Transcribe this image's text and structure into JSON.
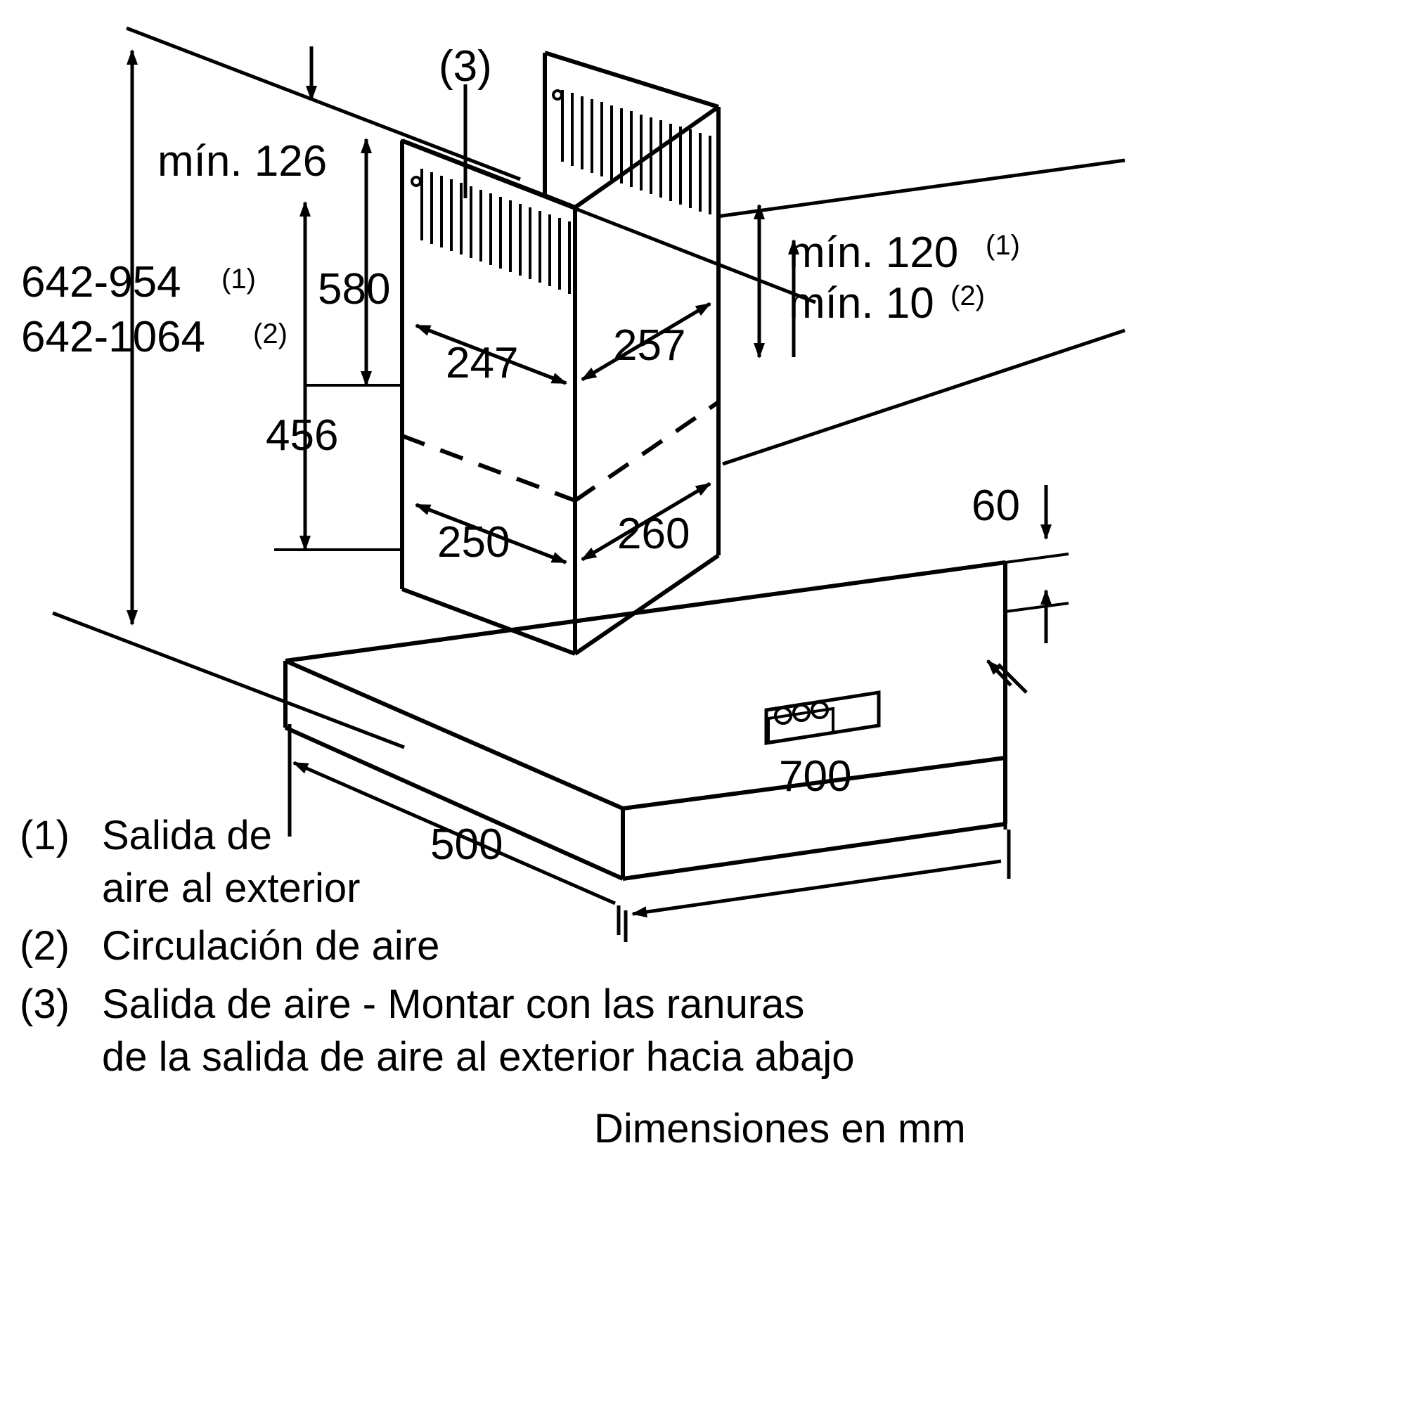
{
  "diagram": {
    "title_note": "Dimensiones en mm",
    "units": "mm",
    "product": "campana extractora de pared",
    "line_color": "#000000",
    "background_color": "#ffffff"
  },
  "dimensions": {
    "total_height_1": "642-954",
    "total_height_1_sup": "(1)",
    "total_height_2": "642-1064",
    "total_height_2_sup": "(2)",
    "min_top": "mín. 126",
    "chimney_upper": "580",
    "chimney_lower": "456",
    "depth_upper_left": "247",
    "depth_upper_right": "257",
    "depth_lower_left": "250",
    "depth_lower_right": "260",
    "min_right_1": "mín. 120",
    "min_right_1_sup": "(1)",
    "min_right_2": "mín. 10",
    "min_right_2_sup": "(2)",
    "hood_thickness": "60",
    "hood_depth": "500",
    "hood_width": "700",
    "callout_3": "(3)"
  },
  "legend": [
    {
      "marker": "(1)",
      "lines": [
        "Salida de",
        "aire al exterior"
      ]
    },
    {
      "marker": "(2)",
      "lines": [
        "Circulación de aire"
      ]
    },
    {
      "marker": "(3)",
      "lines": [
        "Salida de aire - Montar con las ranuras",
        "de la salida de aire al exterior hacia abajo"
      ]
    }
  ],
  "legend_flat": {
    "l1_marker": "(1)",
    "l1_line1": "Salida de",
    "l1_line2": "aire al exterior",
    "l2_marker": "(2)",
    "l2_line1": "Circulación de aire",
    "l3_marker": "(3)",
    "l3_line1": "Salida de aire - Montar con las ranuras",
    "l3_line2": "de la salida de aire al exterior hacia abajo"
  }
}
